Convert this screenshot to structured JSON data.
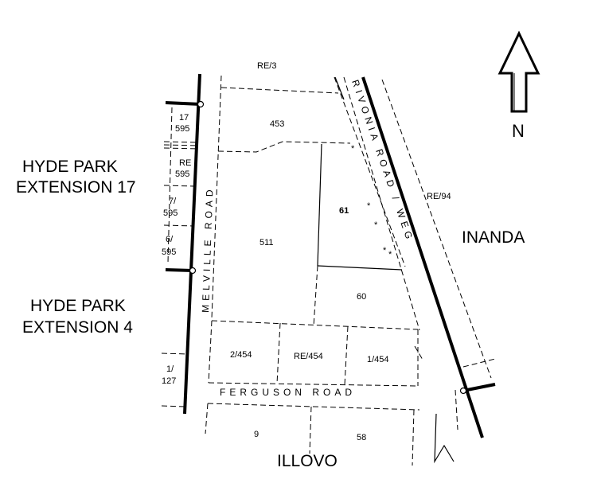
{
  "areas": {
    "hp17_line1": "HYDE PARK",
    "hp17_line2": "EXTENSION 17",
    "hp4_line1": "HYDE PARK",
    "hp4_line2": "EXTENSION 4",
    "inanda": "INANDA",
    "illovo": "ILLOVO"
  },
  "roads": {
    "melville": "MELVILLE ROAD",
    "rivonia": "RIVONIA ROAD / WEG",
    "ferguson": "FERGUSON ROAD"
  },
  "north_label": "N",
  "erven": {
    "re3": "RE/3",
    "e453": "453",
    "re94": "RE/94",
    "e61": "61",
    "e511": "511",
    "e60": "60",
    "e2_454": "2/454",
    "re454": "RE/454",
    "e1_454": "1/454",
    "e9": "9",
    "e58": "58",
    "e17_595_a": "17",
    "e17_595_b": "595",
    "re595_a": "RE",
    "re595_b": "595",
    "e7_595_a": "7/",
    "e7_595_b": "595",
    "e6_595_a": "6/",
    "e6_595_b": "595",
    "e1_127_a": "1/",
    "e1_127_b": "127"
  }
}
